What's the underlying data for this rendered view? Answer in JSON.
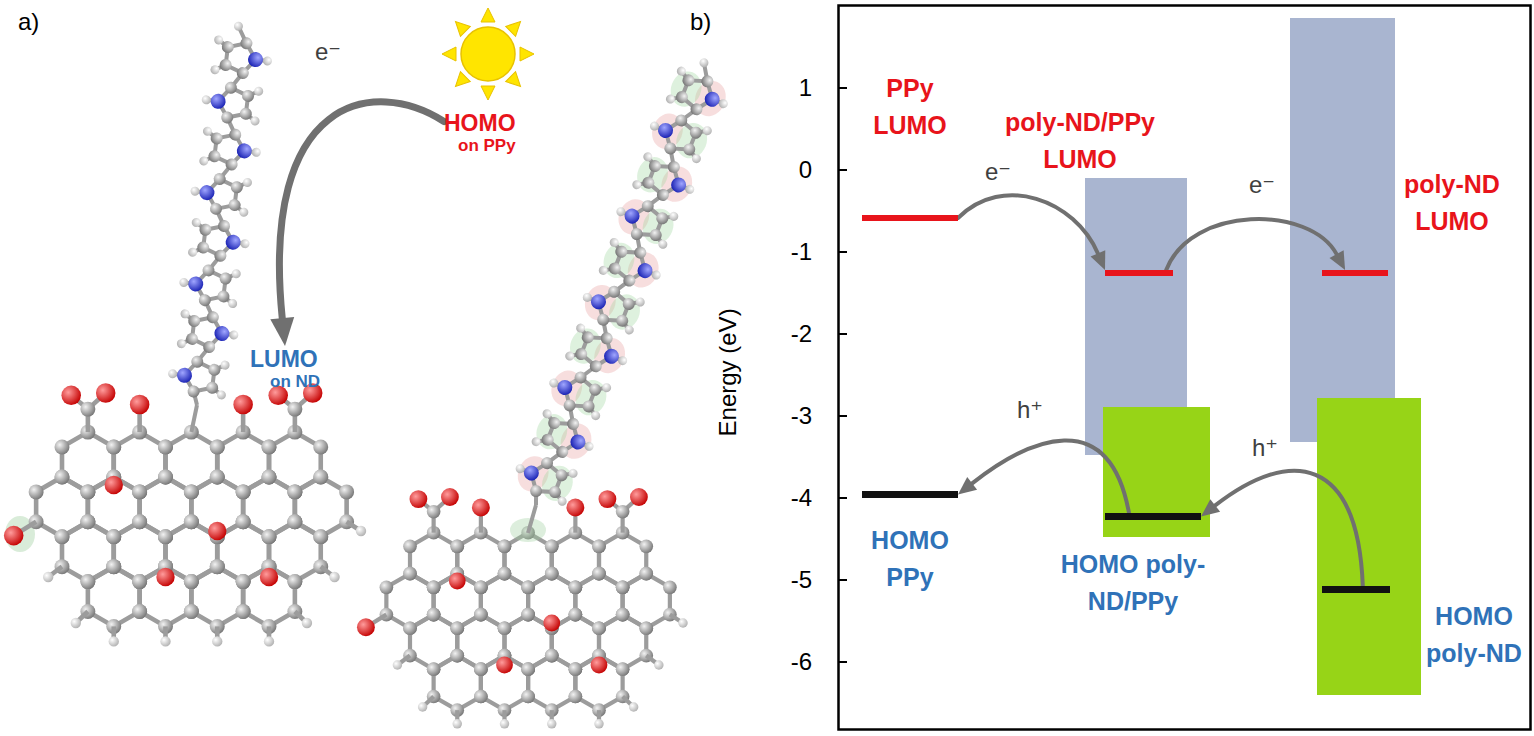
{
  "diagram": {
    "nodes": [
      {
        "text": [
          "HOMO",
          "on PPy"
        ]
      },
      {
        "text": [
          "LUMO",
          "on ND"
        ]
      },
      {
        "text": [
          "PPy LUMO"
        ]
      },
      {
        "text": [
          "poly-ND/PPy LUMO"
        ]
      },
      {
        "text": [
          "poly-ND LUMO"
        ]
      },
      {
        "text": [
          "HOMO PPy"
        ]
      },
      {
        "text": [
          "HOMO poly-ND/PPy"
        ]
      },
      {
        "text": [
          "HOMO poly-ND"
        ]
      }
    ],
    "edges": [
      {
        "from": 0,
        "to": 1,
        "arrow": "to",
        "label": "e⁻"
      },
      {
        "from": 2,
        "to": 3,
        "arrow": "to",
        "label": "e⁻"
      },
      {
        "from": 3,
        "to": 4,
        "arrow": "to",
        "label": "e⁻"
      },
      {
        "from": 6,
        "to": 5,
        "arrow": "to",
        "label": "h⁺"
      },
      {
        "from": 7,
        "to": 6,
        "arrow": "to",
        "label": "h⁺"
      }
    ],
    "labels": [
      "a)",
      "b)",
      "Energy (eV)",
      "1",
      "0",
      "-1",
      "-2",
      "-3",
      "-4",
      "-5",
      "-6"
    ]
  }
}
